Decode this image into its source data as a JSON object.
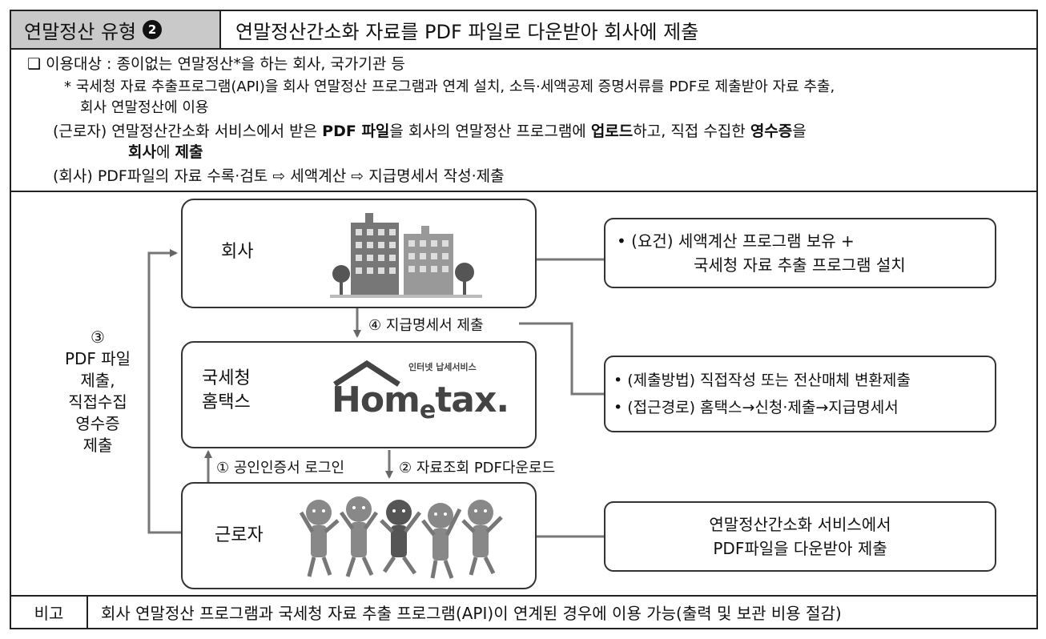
{
  "header": {
    "tag": "연말정산 유형",
    "tag_num": "2",
    "title": "연말정산간소화 자료를 PDF 파일로 다운받아 회사에 제출"
  },
  "description": {
    "bullet": "❑",
    "line1": "이용대상 : 종이없는 연말정산*을 하는 회사, 국가기관 등",
    "note_star": "*",
    "note1": "국세청 자료 추출프로그램(API)을 회사 연말정산 프로그램과 연계 설치, 소득·세액공제 증명서류를 PDF로 제출받아 자료 추출,",
    "note2": "회사 연말정산에 이용",
    "worker": {
      "a": "(근로자) 연말정산간소화 서비스에서 받은 ",
      "b1": "PDF 파일",
      "c": "을 회사의 연말정산 프로그램에 ",
      "b2": "업로드",
      "d": "하고, 직접 수집한 ",
      "b3": "영수증",
      "e": "을",
      "b4": "회사",
      "f": "에 ",
      "b5": "제출"
    },
    "company": "(회사) PDF파일의 자료 수록·검토 ⇨ 세액계산 ⇨ 지급명세서 작성·제출"
  },
  "diagram": {
    "company_label": "회사",
    "hometax_label": "국세청\n홈택스",
    "worker_label": "근로자",
    "hometax_logo": {
      "small": "인터넷 납세서비스",
      "main_home": "Hom",
      "main_e": "e",
      "main_tax": "tax."
    },
    "left_flow": [
      "③",
      "PDF 파일",
      "제출,",
      "직접수집",
      "영수증",
      "제출"
    ],
    "arrow4": "④ 지급명세서 제출",
    "arrow1": "① 공인인증서 로그인",
    "arrow2": "② 자료조회 PDF다운로드",
    "note_company": [
      "• (요건) 세액계산 프로그램 보유 +",
      "국세청 자료 추출 프로그램 설치"
    ],
    "note_hometax": [
      "• (제출방법) 직접작성 또는 전산매체 변환제출",
      "• (접근경로) 홈택스→신청·제출→지급명세서"
    ],
    "note_worker": [
      "연말정산간소화 서비스에서",
      "PDF파일을 다운받아 제출"
    ]
  },
  "footer": {
    "key": "비고",
    "value": "회사 연말정산 프로그램과 국세청 자료 추출 프로그램(API)이 연계된 경우에 이용 가능(출력 및 보관 비용 절감)"
  },
  "colors": {
    "header_bg": "#c9c9c9",
    "line": "#333333",
    "logo": "#444444"
  }
}
